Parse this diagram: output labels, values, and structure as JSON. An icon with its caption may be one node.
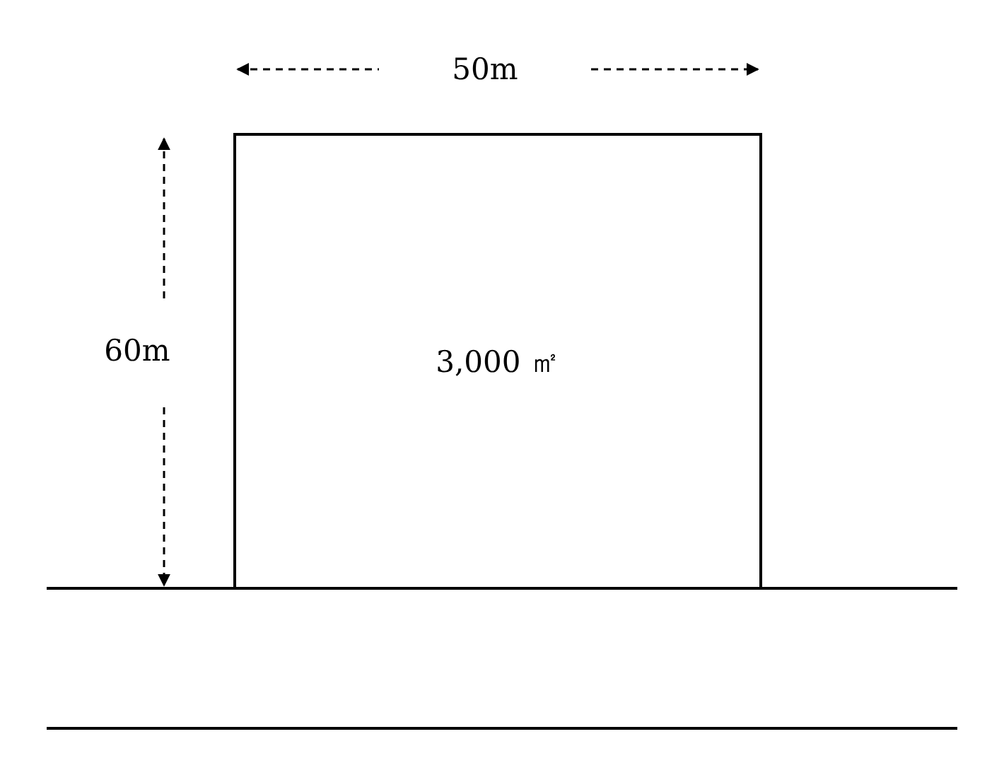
{
  "diagram": {
    "nodes": [
      {
        "text": [
          "3,000 ㎡"
        ]
      }
    ],
    "labels": [
      "50m",
      "60m"
    ]
  }
}
